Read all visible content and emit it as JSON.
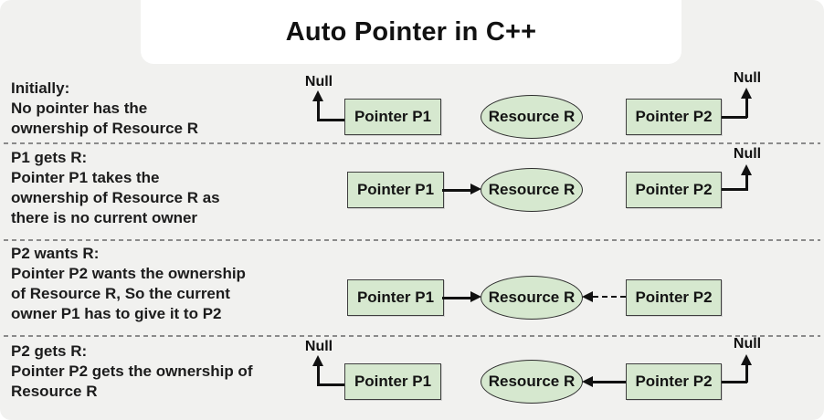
{
  "title": "Auto Pointer in C++",
  "labels": {
    "null": "Null",
    "p1": "Pointer P1",
    "p2": "Pointer P2",
    "resource": "Resource R"
  },
  "rows": [
    {
      "name": "initially",
      "text": "Initially:\nNo pointer has the\nownership of Resource R"
    },
    {
      "name": "p1-gets-r",
      "text": "P1 gets R:\nPointer P1 takes the\nownership of Resource R as\nthere is no current owner"
    },
    {
      "name": "p2-wants-r",
      "text": "P2 wants R:\nPointer P2 wants the ownership\nof Resource R, So the current\nowner P1 has to give it to P2"
    },
    {
      "name": "p2-gets-r",
      "text": "P2 gets R:\nPointer P2 gets the ownership of\nResource R"
    }
  ],
  "colors": {
    "background": "#f1f1ef",
    "node_fill": "#d6e8cf",
    "node_border": "#3f3f3f",
    "line": "#111111",
    "separator": "#8a8a8a",
    "title_bg": "#ffffff"
  }
}
